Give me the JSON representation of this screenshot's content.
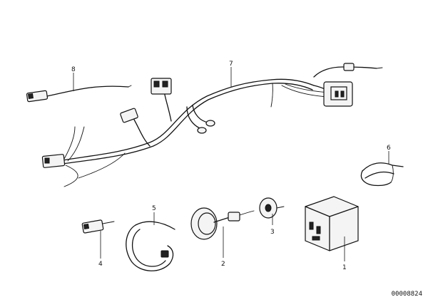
{
  "callouts": {
    "c1": "1",
    "c2": "2",
    "c3": "3",
    "c4": "4",
    "c5": "5",
    "c6": "6",
    "c7": "7",
    "c8": "8"
  },
  "reference_number": "00008824"
}
